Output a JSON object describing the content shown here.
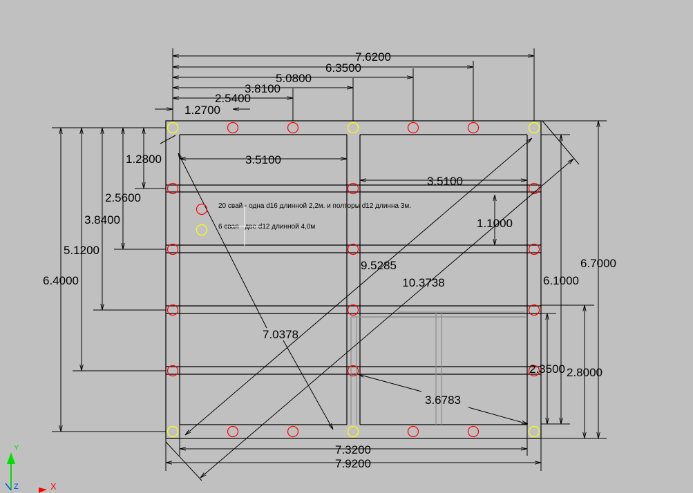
{
  "drawing": {
    "dims": {
      "d_7_62": "7.6200",
      "d_6_35": "6.3500",
      "d_5_08": "5.0800",
      "d_3_81": "3.8100",
      "d_2_54": "2.5400",
      "d_1_27": "1.2700",
      "d_1_28": "1.2800",
      "d_2_56": "2.5600",
      "d_3_84": "3.8400",
      "d_5_12": "5.1200",
      "d_6_40": "6.4000",
      "d_3_51_a": "3.5100",
      "d_3_51_b": "3.5100",
      "d_1_10": "1.1000",
      "d_9_5285": "9.5285",
      "d_10_3738": "10.3738",
      "d_7_0378": "7.0378",
      "d_3_6783": "3.6783",
      "d_6_10": "6.1000",
      "d_6_70": "6.7000",
      "d_2_35": "2.3500",
      "d_2_80": "2.8000",
      "d_7_32": "7.3200",
      "d_7_92": "7.9200"
    },
    "legend": {
      "red_note": "20 свай  - одна d16 длинной 2,2м. и полторы d12 длинна 3м.",
      "yellow_note": "6 свая   -  две d12 длинной 4,0м"
    },
    "axes": {
      "y_label": "Y",
      "z_label": "Z",
      "x_label": "X"
    },
    "colors": {
      "background": "#c0c0c0",
      "pile_red": "#ff0000",
      "pile_yellow": "#ffff00",
      "axis_green": "#00e000",
      "axis_blue": "#0044ff",
      "axis_red": "#ff0000"
    }
  }
}
